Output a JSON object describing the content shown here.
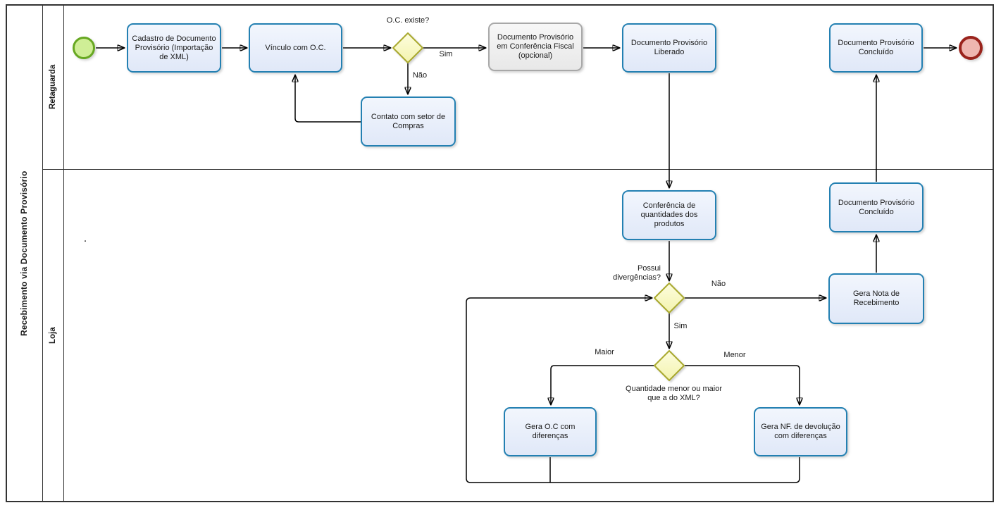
{
  "pool": {
    "title": "Recebimento via Documento Provisório",
    "lanes": [
      {
        "label": "Retaguarda"
      },
      {
        "label": "Loja"
      }
    ]
  },
  "tasks": {
    "cadastro": {
      "label": "Cadastro de Documento Provisório (Importação de XML)"
    },
    "vinculo": {
      "label": "Vínculo com O.C."
    },
    "contato": {
      "label": "Contato com setor de Compras"
    },
    "conferencia_fiscal": {
      "label": "Documento Provisório em Conferência Fiscal (opcional)"
    },
    "liberado": {
      "label": "Documento Provisório Liberado"
    },
    "concluido_retaguarda": {
      "label": "Documento Provisório Concluído"
    },
    "concluido_loja": {
      "label": "Documento Provisório Concluído"
    },
    "conferencia_quantidades": {
      "label": "Conferência de quantidades dos produtos"
    },
    "gera_nota": {
      "label": "Gera Nota de Recebimento"
    },
    "gera_oc": {
      "label": "Gera O.C com diferenças"
    },
    "gera_nf": {
      "label": "Gera NF. de devolução com diferenças"
    }
  },
  "gateways": {
    "oc_existe": {
      "question": "O.C. existe?",
      "yes": "Sim",
      "no": "Não"
    },
    "divergencias": {
      "question": "Possui divergências?",
      "yes": "Sim",
      "no": "Não"
    },
    "quantidade": {
      "question": "Quantidade menor ou maior que a do XML?",
      "greater": "Maior",
      "less": "Menor"
    }
  },
  "annotations": {
    "stray_dot": "."
  },
  "colors": {
    "task_border": "#2380b2",
    "task_fill": "#e9effb",
    "optional_task_border": "#a8a8a8",
    "optional_task_fill": "#eeeeee",
    "gateway_border": "#a9a92e",
    "gateway_fill": "#fbfbce",
    "start_event_border": "#67a822",
    "start_event_fill": "#cfee96",
    "end_event_border": "#9a231c",
    "end_event_fill": "#efb6b0",
    "connector": "#000000",
    "frame": "#333333"
  }
}
